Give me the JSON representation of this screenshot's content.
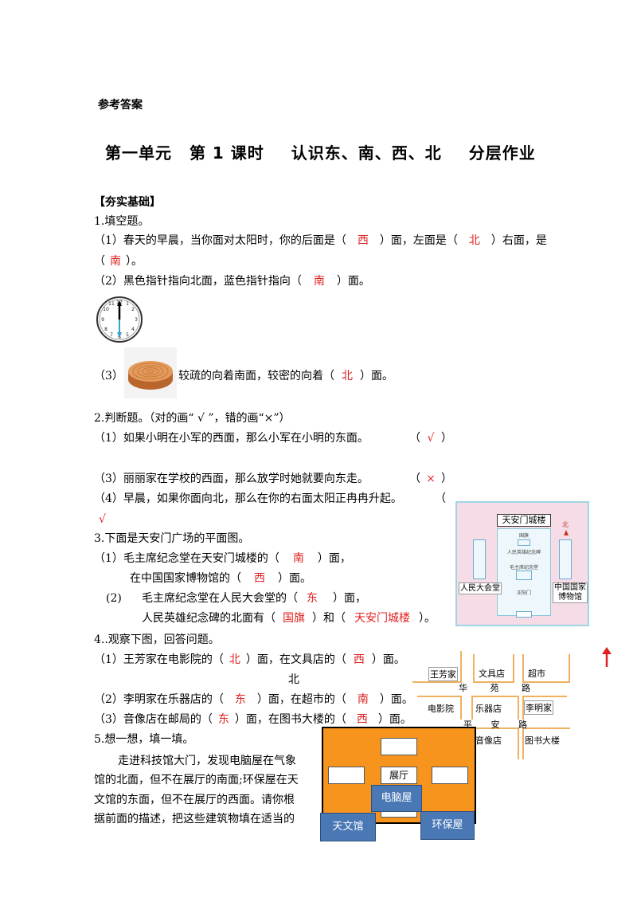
{
  "header": {
    "answer_title": "参考答案"
  },
  "lesson_title": {
    "unit": "第一单元",
    "lesson": "第 1 课时",
    "topic": "认识东、南、西、北",
    "type": "分层作业"
  },
  "section1": {
    "label": "【夯实基础】"
  },
  "q1": {
    "heading": "1.填空题。",
    "p1_a": "（1）春天的早晨，当你面对太阳时，你的后面是（",
    "p1_ans1": "西",
    "p1_b": "）面，左面是（",
    "p1_ans2": "北",
    "p1_c": "）右面，是",
    "p1_d": "（",
    "p1_ans3": "南",
    "p1_e": "）。",
    "p2_a": "（2）黑色指针指向北面，蓝色指针指向（",
    "p2_ans": "南",
    "p2_b": "）面。",
    "p3_a": "（3）",
    "p3_b": "较疏的向着南面，较密的向着（",
    "p3_ans": "北",
    "p3_c": "）面。"
  },
  "q2": {
    "heading": "2.判断题。（对的画“ √ ”，错的画“×”）",
    "p1": "（1）如果小明在小军的西面，那么小军在小明的东面。",
    "p1_ans": "√",
    "p3": "（3）丽丽家在学校的西面，那么放学时她就要向东走。",
    "p3_ans": "×",
    "p4": "（4）早晨，如果你面向北，那么在你的右面太阳正冉冉升起。",
    "p4_ans": "√",
    "paren_l": "（",
    "paren_r": "）"
  },
  "q3": {
    "heading": "3.下面是天安门广场的平面图。",
    "p1_a": "（1）毛主席纪念堂在天安门城楼的（",
    "p1_ans": "南",
    "p1_b": "）面，",
    "p1c_a": "在中国国家博物馆的（",
    "p1c_ans": "西",
    "p1c_b": "）面。",
    "p2_num": "(2)",
    "p2_a": "毛主席纪念堂在人民大会堂的（",
    "p2_ans": "东",
    "p2_b": "）面，",
    "p2c_a": "人民英雄纪念碑的北面有（",
    "p2c_ans1": "国旗",
    "p2c_b": "）和（",
    "p2c_ans2": "天安门城楼",
    "p2c_c": "）。"
  },
  "q4": {
    "heading": "4..观察下图，回答问题。",
    "p1_a": "（1）王芳家在电影院的（",
    "p1_ans1": "北",
    "p1_b": "）面，在文具店的（",
    "p1_ans2": "西",
    "p1_c": "）面。",
    "north": "北",
    "p2_a": "（2）李明家在乐器店的（",
    "p2_ans1": "东",
    "p2_b": "）面，在超市的（",
    "p2_ans2": "南",
    "p2_c": "）面。",
    "p3_a": "（3）音像店在邮局的（",
    "p3_ans1": "东",
    "p3_b": "）面，在图书大楼的（",
    "p3_ans2": "西",
    "p3_c": "）面。"
  },
  "q5": {
    "heading": "5.想一想，填一填。",
    "lines": [
      "走进科技馆大门，发现电脑屋在气象",
      "馆的北面，但不在展厅的南面;环保屋在天",
      "文馆的东面，但不在展厅的西面。请你根",
      "据前面的描述，把这些建筑物填在适当的"
    ]
  },
  "tiananmen_map": {
    "gate": "天安门城楼",
    "north": "北",
    "flag": "国旗",
    "monument": "人民英雄纪念碑",
    "memorial": "毛主席纪念堂",
    "zhengyangmen": "正阳门",
    "hall": "人民大会堂",
    "museum": "中国国家博物馆",
    "museum_l1": "中国国家",
    "museum_l2": "博物馆"
  },
  "street_map": {
    "road1": [
      "华",
      "苑",
      "路"
    ],
    "road2": [
      "平",
      "安",
      "路"
    ],
    "places": {
      "wangfang": "王芳家",
      "stationery": "文具店",
      "supermarket": "超市",
      "cinema": "电影院",
      "music": "乐器店",
      "liming": "李明家",
      "audio": "音像店",
      "library": "图书大楼"
    }
  },
  "museum_diagram": {
    "hall": "展厅",
    "computer": "电脑屋",
    "astronomy": "天文馆",
    "eco": "环保屋",
    "colors": {
      "orange": "#F7941D",
      "blue": "#4A78B5"
    }
  },
  "colors": {
    "answer_red": "#e02020",
    "map_bg": "#f6dce6",
    "map_frame": "#9fd5e6"
  }
}
